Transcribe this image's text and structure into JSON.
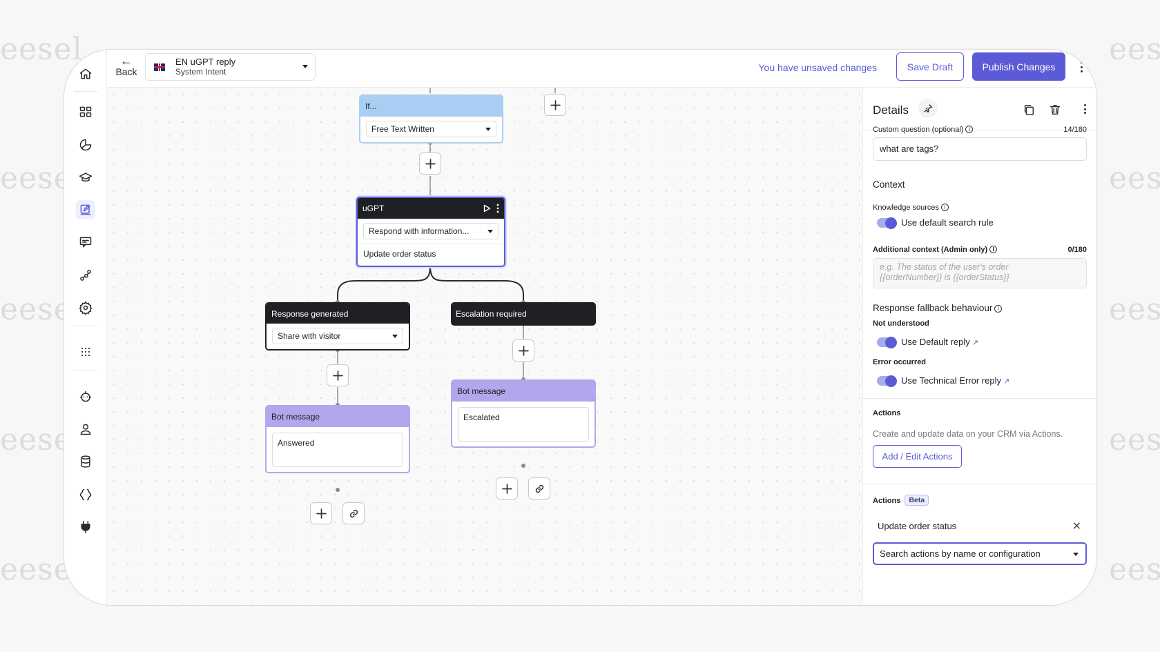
{
  "watermark": "eesel",
  "topbar": {
    "back_label": "Back",
    "selector_title": "EN uGPT reply",
    "selector_subtitle": "System Intent",
    "unsaved_text": "You have unsaved changes",
    "save_draft_label": "Save Draft",
    "publish_label": "Publish Changes"
  },
  "sidebar": {
    "icons": [
      "home-icon",
      "dashboard-icon",
      "analytics-icon",
      "training-icon",
      "edit-icon",
      "chat-icon",
      "flow-icon",
      "settings-icon",
      "apps-icon",
      "bot-icon",
      "user-icon",
      "database-icon",
      "code-icon",
      "plug-icon"
    ],
    "active": "edit-icon"
  },
  "canvas": {
    "if_node": {
      "title": "If...",
      "dropdown": "Free Text Written"
    },
    "ugpt_node": {
      "title": "uGPT",
      "dropdown": "Respond with information...",
      "action": "Update order status"
    },
    "response_node": {
      "title": "Response generated",
      "dropdown": "Share with visitor"
    },
    "escalation_node": {
      "title": "Escalation required"
    },
    "bot_message_left": {
      "title": "Bot message",
      "text": "Answered"
    },
    "bot_message_right": {
      "title": "Bot message",
      "text": "Escalated"
    }
  },
  "panel": {
    "title": "Details",
    "custom_question_label": "Custom question (optional)",
    "custom_question_count": "14/180",
    "custom_question_value": "what are tags?",
    "context_heading": "Context",
    "knowledge_label": "Knowledge sources",
    "knowledge_toggle": "Use default search rule",
    "additional_label": "Additional context (Admin only)",
    "additional_count": "0/180",
    "additional_placeholder_1": "e.g. The status of the user's order",
    "additional_placeholder_2": "{{orderNumber}} is {{orderStatus}}",
    "fallback_heading": "Response fallback behaviour",
    "not_understood_label": "Not understood",
    "not_understood_toggle": "Use Default reply",
    "error_label": "Error occurred",
    "error_toggle": "Use Technical Error reply",
    "actions_heading": "Actions",
    "actions_desc": "Create and update data on your CRM via Actions.",
    "actions_button": "Add / Edit Actions",
    "actions_beta_heading": "Actions",
    "beta_badge": "Beta",
    "action_item": "Update order status",
    "search_placeholder": "Search actions by name or configuration"
  },
  "colors": {
    "accent": "#5b5bd6",
    "if_header": "#a8cff3",
    "bot_header": "#b4a6ec",
    "dark_header": "#202024"
  }
}
